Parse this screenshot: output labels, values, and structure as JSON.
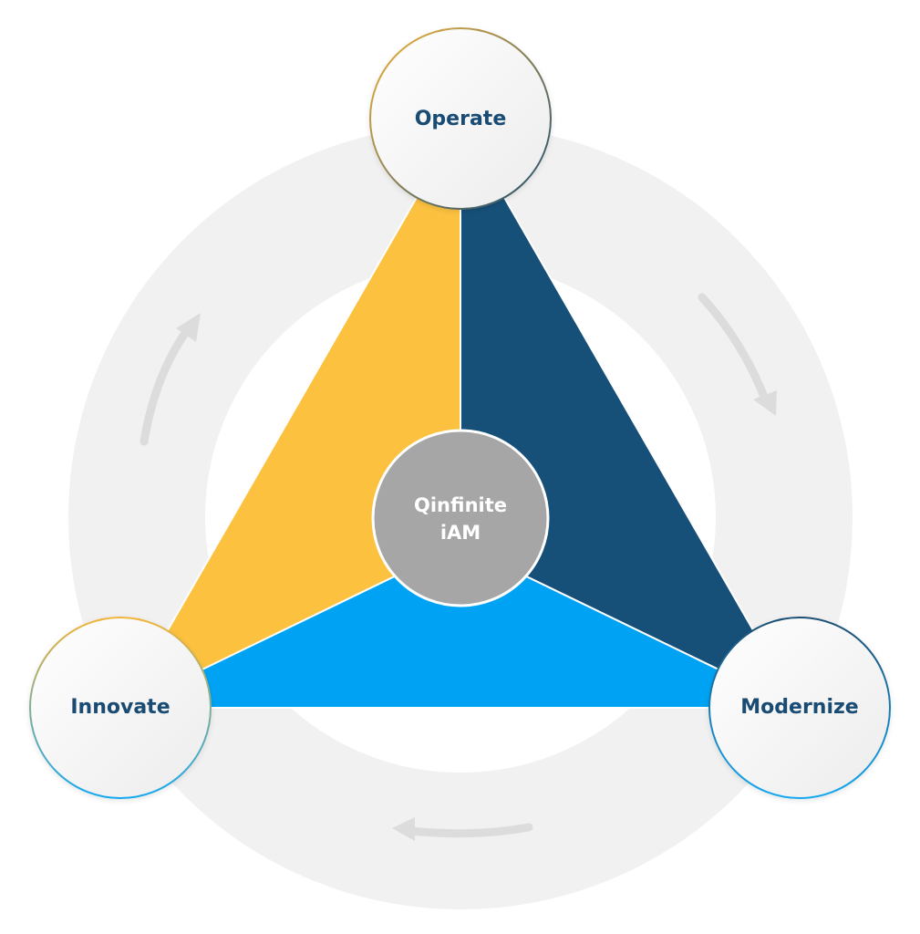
{
  "center": {
    "line1": "Qinfinite",
    "line2": "iAM"
  },
  "nodes": {
    "top": {
      "label": "Operate"
    },
    "right": {
      "label": "Modernize"
    },
    "left": {
      "label": "Innovate"
    }
  },
  "colors": {
    "ring": "#f1f1f1",
    "arrow": "#dcdcdc",
    "yellow": "#fcc13f",
    "navy": "#164f78",
    "blue": "#00a3f4",
    "center_circle": "#a6a6a6",
    "label_text": "#1a4b73",
    "center_text": "#ffffff"
  }
}
